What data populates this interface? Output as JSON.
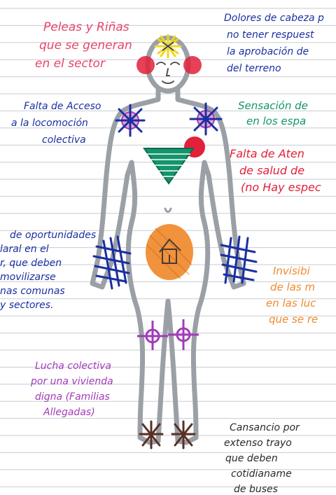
{
  "colors": {
    "paper": "#ffffff",
    "rule_line": "#c9cbd2",
    "body_outline": "#9aa0a6",
    "pink": "#e8456a",
    "blue": "#1a2fa0",
    "green": "#13956b",
    "red": "#e2203a",
    "orange": "#f08a2c",
    "purple": "#a23bb8",
    "yellow": "#f1d61c",
    "brown": "#5a2f22"
  },
  "notes": {
    "peleas": {
      "lines": [
        "Peleas y Riñas",
        "que se generan",
        "en el sector"
      ]
    },
    "dolores": {
      "lines": [
        "Dolores de cabeza p",
        "no tener respuest",
        "la aprobación de",
        "del terreno"
      ]
    },
    "falta_acceso": {
      "lines": [
        "Falta de Acceso",
        "a la locomoción",
        "colectiva"
      ]
    },
    "sensacion": {
      "lines": [
        "Sensación de",
        "en los espa"
      ]
    },
    "falta_atencion": {
      "lines": [
        "Falta de Aten",
        "de salud de",
        "(no Hay espec"
      ]
    },
    "oportunidades": {
      "lines": [
        "de oportunidades",
        "laral en el",
        "r, que deben",
        "movilizarse",
        "nas comunas",
        "y sectores."
      ]
    },
    "invisib": {
      "lines": [
        "Invisibi",
        "de las m",
        "en las luc",
        "que se re"
      ]
    },
    "lucha": {
      "lines": [
        "Lucha colectiva",
        "por una vivienda",
        "digna (Familias",
        "Allegadas)"
      ]
    },
    "cansancio": {
      "lines": [
        "Cansancio por",
        "extenso trayo",
        "que deben",
        "cotidianame",
        "de buses"
      ]
    }
  }
}
